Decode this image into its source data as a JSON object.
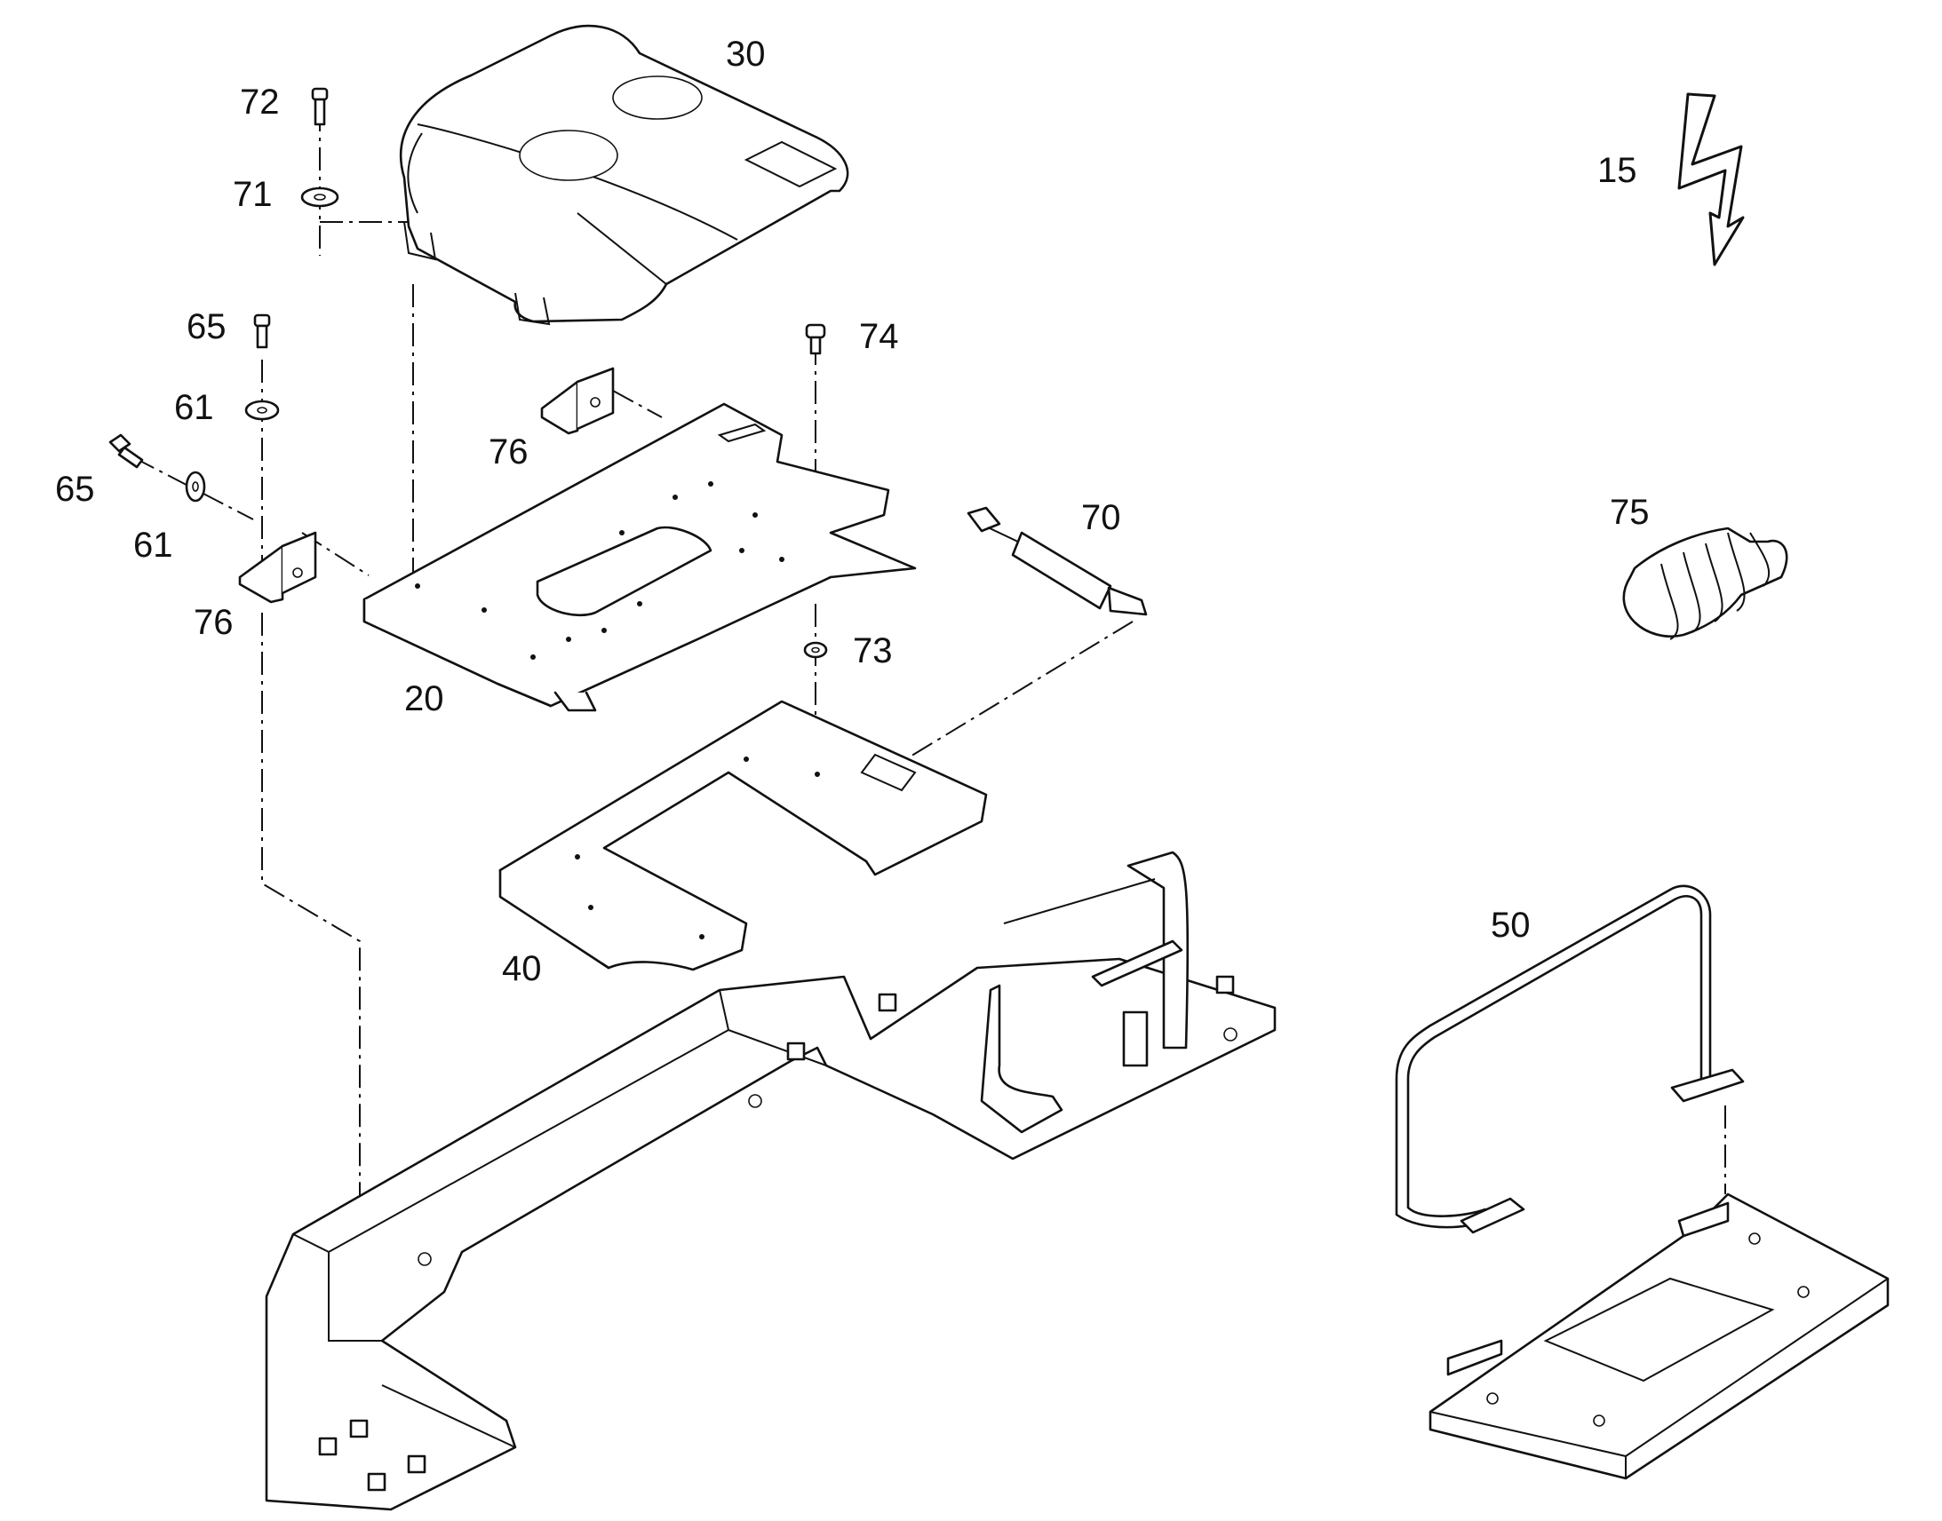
{
  "labels": {
    "p30": "30",
    "p72": "72",
    "p71": "71",
    "p65a": "65",
    "p61a": "61",
    "p65b": "65",
    "p61b": "61",
    "p76a": "76",
    "p76b": "76",
    "p74": "74",
    "p70": "70",
    "p73": "73",
    "p20": "20",
    "p40": "40",
    "p15": "15",
    "p75": "75",
    "p50": "50"
  },
  "icons": {
    "variant_symbol": "lightning-bolt-icon"
  },
  "colors": {
    "line": "#111111",
    "background": "#ffffff"
  }
}
